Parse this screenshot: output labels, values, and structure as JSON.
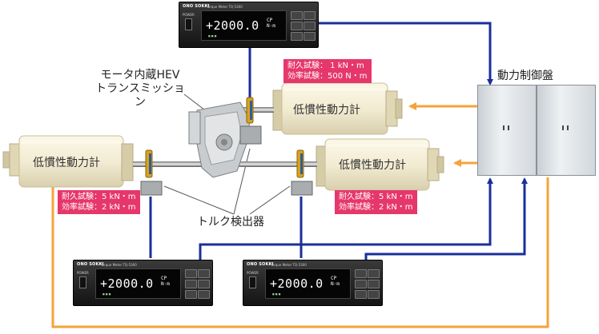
{
  "meters": [
    {
      "brand": "ONO SOKKI",
      "model": "Torque Meter  TQ-5300",
      "power": "POWER",
      "value": "+2000.0",
      "unit_top": "CP",
      "unit_bottom": "N·m"
    },
    {
      "brand": "ONO SOKKI",
      "model": "Torque Meter  TQ-5300",
      "power": "POWER",
      "value": "+2000.0",
      "unit_top": "CP",
      "unit_bottom": "N·m"
    },
    {
      "brand": "ONO SOKKI",
      "model": "Torque Meter  TQ-5300",
      "power": "POWER",
      "value": "+2000.0",
      "unit_top": "CP",
      "unit_bottom": "N·m"
    }
  ],
  "labels": {
    "hev": [
      "モータ内蔵HEV",
      "トランスミッション"
    ],
    "control_panel": "動力制御盤",
    "torque_detector": "トルク検出器"
  },
  "dynamometers": {
    "top": "低慣性動力計",
    "left": "低慣性動力計",
    "right": "低慣性動力計"
  },
  "specs": {
    "top": [
      "耐久試験： 1 kN・m",
      "効率試験：500 N・m"
    ],
    "left": [
      "耐久試験：5 kN・m",
      "効率試験：2 kN・m"
    ],
    "right": [
      "耐久試験：5 kN・m",
      "効率試験：2 kN・m"
    ]
  },
  "colors": {
    "signal_line": "#1a2f9a",
    "power_line": "#f5a33a",
    "spec_badge": "#e6376b",
    "dyno_body": "#f3ecd3",
    "panel": "#e4e8eb"
  },
  "icons": [
    "display-unit",
    "dynamometer",
    "hev-transmission",
    "torque-sensor",
    "control-cabinet"
  ]
}
